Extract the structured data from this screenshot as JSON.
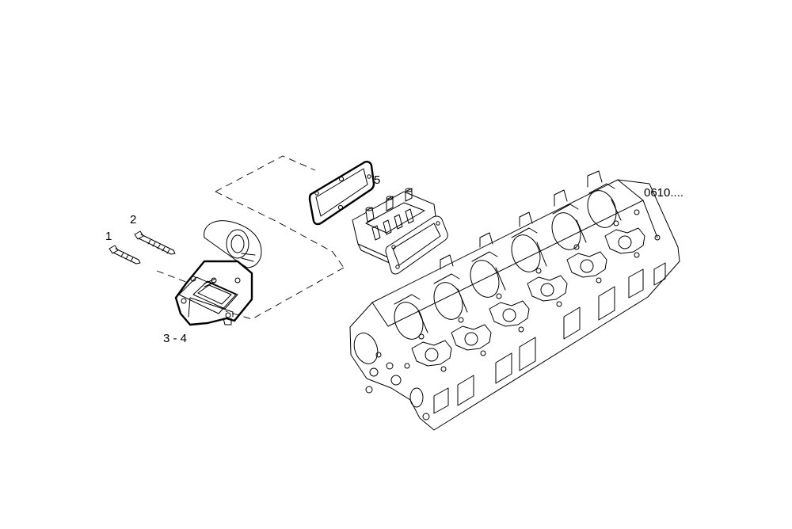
{
  "callouts": {
    "item_1": "1",
    "item_2": "2",
    "item_3_4": "3 - 4",
    "item_5": "5",
    "reference": "0610...."
  },
  "icons": {
    "screw_long": "screw-icon",
    "screw_short": "screw-icon",
    "housing": "intake-housing-icon",
    "gasket_outer": "gasket-icon",
    "gasket_inner": "gasket-icon",
    "heater_plate": "heater-plate-icon",
    "cylinder_head": "cylinder-head-icon"
  },
  "colors": {
    "line": "#000000",
    "background": "#ffffff"
  }
}
